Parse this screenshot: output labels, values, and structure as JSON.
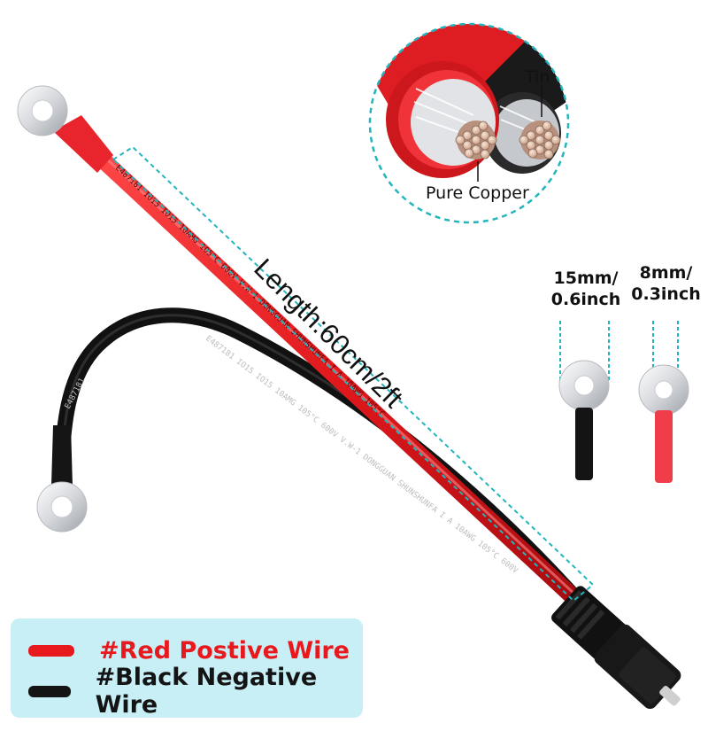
{
  "magnifier": {
    "tin_label": "Tin",
    "copper_label": "Pure Copper"
  },
  "length_label": "Length:60cm/2ft",
  "ring_sizes": [
    {
      "line1": "15mm/",
      "line2": "0.6inch"
    },
    {
      "line1": "8mm/",
      "line2": "0.3inch"
    }
  ],
  "wire_print": {
    "red": "E487181   IO15   IO15   10AMG   105°C   600V   V.W-1   DONGGUAN   SHUNSHUNFA   I   A   10AWG   105°C",
    "black": "E487181   IO15   IO15   10AMG   105°C   600V   V.W-1   DONGGUAN   SHUNSHUNFA   I   A   10AWG   105°C   600V"
  },
  "legend": {
    "red_label": "#Red Postive Wire",
    "black_label": "#Black Negative Wire",
    "red_color": "#e8191d",
    "black_color": "#141414",
    "background": "#c8eef6"
  }
}
